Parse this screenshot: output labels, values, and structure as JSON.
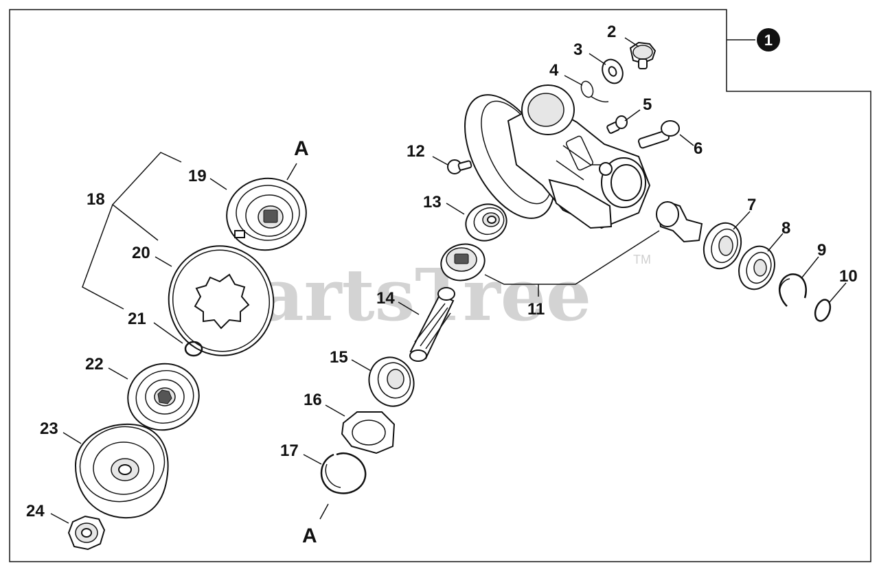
{
  "watermark": {
    "text": "PartsTree",
    "trademark": "TM"
  },
  "callouts": {
    "group_marker": "1",
    "ref_a_top": "A",
    "ref_a_bottom": "A"
  },
  "parts": [
    {
      "num": "2"
    },
    {
      "num": "3"
    },
    {
      "num": "4"
    },
    {
      "num": "5"
    },
    {
      "num": "6"
    },
    {
      "num": "7"
    },
    {
      "num": "8"
    },
    {
      "num": "9"
    },
    {
      "num": "10"
    },
    {
      "num": "11"
    },
    {
      "num": "12"
    },
    {
      "num": "13"
    },
    {
      "num": "14"
    },
    {
      "num": "15"
    },
    {
      "num": "16"
    },
    {
      "num": "17"
    },
    {
      "num": "18"
    },
    {
      "num": "19"
    },
    {
      "num": "20"
    },
    {
      "num": "21"
    },
    {
      "num": "22"
    },
    {
      "num": "23"
    },
    {
      "num": "24"
    }
  ],
  "colors": {
    "line": "#111111",
    "watermark": "#d3d3d3",
    "background": "#ffffff"
  }
}
